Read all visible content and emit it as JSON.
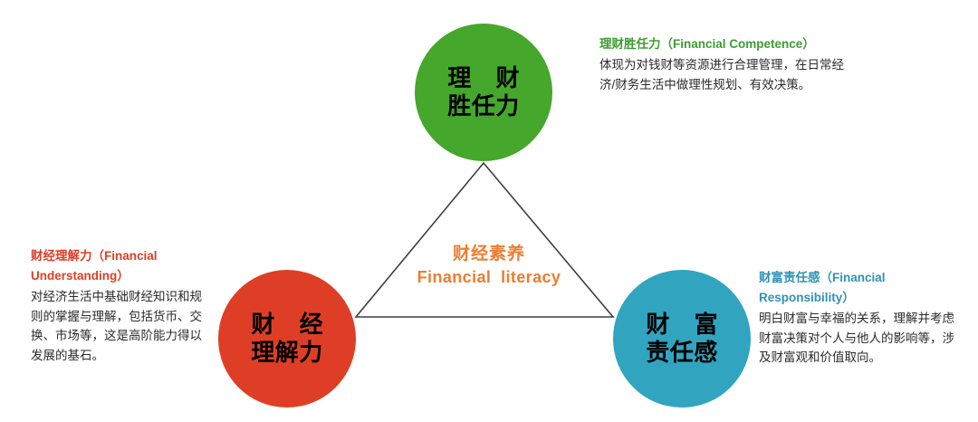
{
  "diagram": {
    "center": {
      "label_cn": "财经素养",
      "label_en": "Financial  literacy",
      "color": "#ED7D31"
    },
    "nodes": [
      {
        "id": "competence",
        "circle_line1": "理 财",
        "circle_line2": "胜任力",
        "color": "#45A72B",
        "annotation_heading": "理财胜任力（Financial Competence）",
        "annotation_body": "体现为对钱财等资源进行合理管理，在日常经济/财务生活中做理性规划、有效决策。",
        "annotation_color": "#3E9B33"
      },
      {
        "id": "understanding",
        "circle_line1": "财 经",
        "circle_line2": "理解力",
        "color": "#DF3E26",
        "annotation_heading": "财经理解力（Financial Understanding）",
        "annotation_body": "对经济生活中基础财经知识和规则的掌握与理解，包括货币、交换、市场等，这是高阶能力得以发展的基石。",
        "annotation_color": "#DF3E26"
      },
      {
        "id": "responsibility",
        "circle_line1": "财 富",
        "circle_line2": "责任感",
        "color": "#31A5C0",
        "annotation_heading": "财富责任感（Financial Responsibility）",
        "annotation_body": "明白财富与幸福的关系，理解并考虑财富决策对个人与他人的影响等，涉及财富观和价值取向。",
        "annotation_color": "#2E93B5"
      }
    ],
    "connector": {
      "stroke_color": "#3f3f3f",
      "apex_top": [
        534,
        180
      ],
      "apex_left": [
        393,
        350
      ],
      "apex_right": [
        677,
        350
      ]
    }
  }
}
